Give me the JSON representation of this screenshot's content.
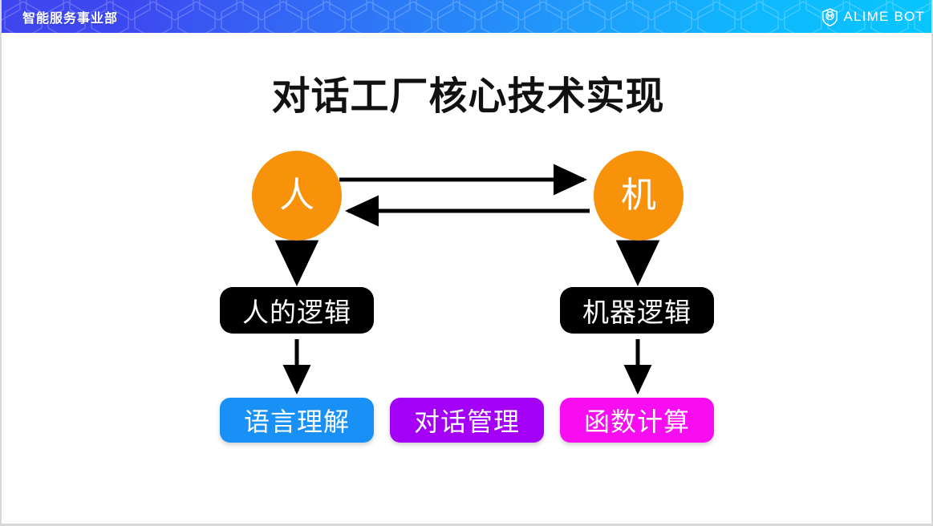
{
  "header": {
    "department_title": "智能服务事业部",
    "brand_name": "ALIME BOT",
    "brand_icon": "shield-m-logo-icon",
    "gradient_from": "#3f45ee",
    "gradient_to": "#07c6fe"
  },
  "slide": {
    "title": "对话工厂核心技术实现",
    "background": "#ffffff"
  },
  "diagram": {
    "nodes": {
      "human_circle": {
        "label": "人",
        "color": "#F7920A",
        "text_color": "#ffffff"
      },
      "machine_circle": {
        "label": "机",
        "color": "#F7920A",
        "text_color": "#ffffff"
      },
      "human_logic": {
        "label": "人的逻辑",
        "color": "#000000",
        "text_color": "#ffffff"
      },
      "machine_logic": {
        "label": "机器逻辑",
        "color": "#000000",
        "text_color": "#ffffff"
      },
      "nlu": {
        "label": "语言理解",
        "color": "#1890F5",
        "text_color": "#ffffff"
      },
      "dialog_management": {
        "label": "对话管理",
        "color": "#A500F7",
        "text_color": "#ffffff"
      },
      "function_compute": {
        "label": "函数计算",
        "color": "#F70DF0",
        "text_color": "#ffffff"
      }
    },
    "arrows": [
      {
        "name": "human-to-machine",
        "from": "人",
        "to": "机",
        "direction": "right"
      },
      {
        "name": "machine-to-human",
        "from": "机",
        "to": "人",
        "direction": "left"
      },
      {
        "name": "human-to-human-logic",
        "from": "人",
        "to": "人的逻辑",
        "direction": "down"
      },
      {
        "name": "machine-to-machine-logic",
        "from": "机",
        "to": "机器逻辑",
        "direction": "down"
      },
      {
        "name": "human-logic-to-nlu",
        "from": "人的逻辑",
        "to": "语言理解",
        "direction": "down"
      },
      {
        "name": "machine-logic-to-function",
        "from": "机器逻辑",
        "to": "函数计算",
        "direction": "down"
      }
    ]
  }
}
